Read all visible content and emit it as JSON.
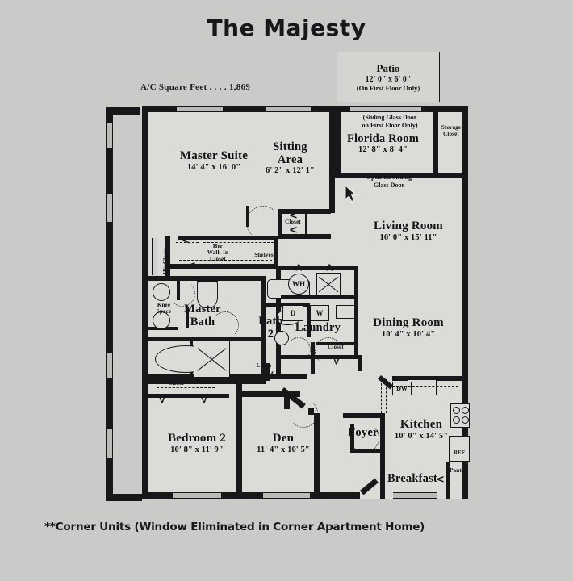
{
  "title": "The Majesty",
  "square_feet_label": "A/C Square Feet . . . . 1,869",
  "footnote": "**Corner Units (Window Eliminated in Corner Apartment Home)",
  "colors": {
    "background": "#c9cbc8",
    "wall": "#16181a",
    "room_fill": "#dadcd8",
    "text": "#111315"
  },
  "patio": {
    "name": "Patio",
    "dimensions": "12' 0\" x 6' 0\"",
    "note": "(On First Floor Only)"
  },
  "rooms": [
    {
      "name": "Master Suite",
      "dimensions": "14' 4\" x 16' 0\""
    },
    {
      "name": "Sitting\nArea",
      "dimensions": "6' 2\" x 12' 1\""
    },
    {
      "name": "Florida Room",
      "dimensions": "12' 8\" x 8' 4\""
    },
    {
      "name": "Living Room",
      "dimensions": "16' 0\" x 15' 11\""
    },
    {
      "name": "Dining Room",
      "dimensions": "10' 4\" x 10' 4\""
    },
    {
      "name": "Bedroom 2",
      "dimensions": "10' 8\" x 11' 9\""
    },
    {
      "name": "Den",
      "dimensions": "11' 4\" x 10' 5\""
    },
    {
      "name": "Kitchen",
      "dimensions": "10' 0\" x 14' 5\""
    }
  ],
  "room_labels": {
    "master_suite": "Master Suite",
    "master_suite_dim": "14' 4\" x 16' 0\"",
    "sitting_area_l1": "Sitting",
    "sitting_area_l2": "Area",
    "sitting_area_dim": "6' 2\" x 12' 1\"",
    "florida_room": "Florida Room",
    "florida_room_dim": "12' 8\" x 8' 4\"",
    "living_room": "Living Room",
    "living_room_dim": "16' 0\" x 15' 11\"",
    "dining_room": "Dining Room",
    "dining_room_dim": "10' 4\" x 10' 4\"",
    "bedroom_2": "Bedroom 2",
    "bedroom_2_dim": "10' 8\" x 11' 9\"",
    "den": "Den",
    "den_dim": "11' 4\" x 10' 5\"",
    "kitchen": "Kitchen",
    "kitchen_dim": "10' 0\" x 14' 5\"",
    "master_bath_l1": "Master",
    "master_bath_l2": "Bath",
    "bath_2_l1": "Bath",
    "bath_2_l2": "2",
    "laundry": "Laundry",
    "foyer": "Foyer",
    "breakfast": "Breakfast",
    "storage_closet_l1": "Storage",
    "storage_closet_l2": "Closet",
    "her_walkin_l1": "Her",
    "her_walkin_l2": "Walk-In",
    "her_walkin_l3": "Closet",
    "his_closet": "His Closet",
    "shelves": "Shelves",
    "knee_space_l1": "Knee",
    "knee_space_l2": "Space",
    "closet_sitting": "Closet",
    "closet_laundry": "Closet",
    "closet_bedroom": "Closet",
    "linen": "Linen",
    "pantry": "Pantry"
  },
  "notes": {
    "sliding_glass_l1": "(Sliding Glass Door",
    "sliding_glass_l2": "on First Floor Only)",
    "optional_sliding_l1": "Optional Sliding",
    "optional_sliding_l2": "Glass Door"
  },
  "fixtures": {
    "water_heater": "WH",
    "dryer": "D",
    "washer": "W",
    "dishwasher": "DW",
    "refrigerator": "REF"
  }
}
